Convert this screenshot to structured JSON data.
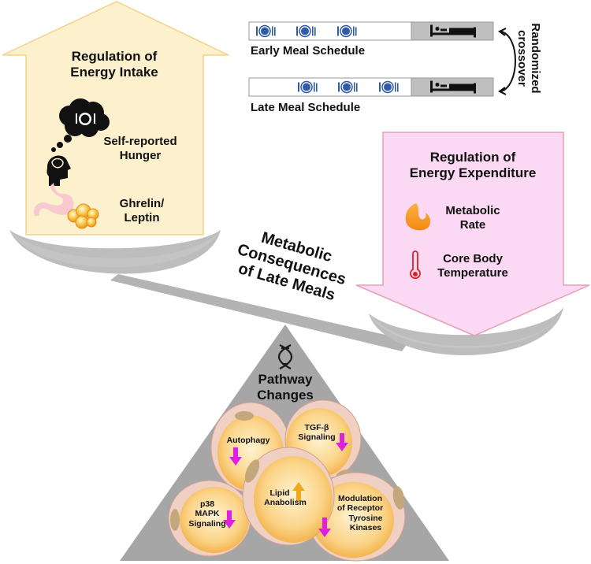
{
  "title": "Metabolic Consequences of Late Meals",
  "title_lines": [
    "Metabolic",
    "Consequences",
    "of Late Meals"
  ],
  "colors": {
    "intake_fill": "#fdf0cc",
    "intake_stroke": "#f2d38a",
    "expenditure_fill": "#fbd8f3",
    "expenditure_stroke": "#e79fb5",
    "scale_gray": "#bdbdbd",
    "fulcrum_gray": "#a6a6a6",
    "meal_icon_blue": "#2f5aa8",
    "sleep_block_gray": "#bfbfbf",
    "down_arrow_magenta": "#e020e0",
    "up_arrow_orange": "#f0a81c"
  },
  "study_design": {
    "schedules": [
      {
        "label": "Early Meal Schedule",
        "meal_icon": "plate-fork-knife-icon",
        "meal_count": 3,
        "sleep_icon": "bed-icon"
      },
      {
        "label": "Late Meal Schedule",
        "meal_icon": "plate-fork-knife-icon",
        "meal_count": 3,
        "sleep_icon": "bed-icon"
      }
    ],
    "crossover_lines": [
      "Randomized",
      "crossover"
    ],
    "crossover_icon": "double-headed-curved-arrow-icon"
  },
  "energy_intake": {
    "title_lines": [
      "Regulation of",
      "Energy Intake"
    ],
    "items": [
      {
        "icon": "thinking-head-plate-icon",
        "lines": [
          "Self-reported",
          "Hunger"
        ]
      },
      {
        "icon": "stomach-adipocytes-icon",
        "lines": [
          "Ghrelin/",
          "Leptin"
        ]
      }
    ]
  },
  "energy_expenditure": {
    "title_lines": [
      "Regulation of",
      "Energy Expenditure"
    ],
    "items": [
      {
        "icon": "flame-icon",
        "lines": [
          "Metabolic",
          "Rate"
        ]
      },
      {
        "icon": "thermometer-icon",
        "lines": [
          "Core Body",
          "Temperature"
        ]
      }
    ]
  },
  "pathways": {
    "icon": "dna-icon",
    "title_lines": [
      "Pathway",
      "Changes"
    ],
    "cells": [
      {
        "lines": [
          "Autophagy"
        ],
        "direction": "down"
      },
      {
        "lines": [
          "TGF-β",
          "Signaling"
        ],
        "direction": "down"
      },
      {
        "lines": [
          "Lipid",
          "Anabolism"
        ],
        "direction": "up"
      },
      {
        "lines": [
          "p38",
          "MAPK",
          "Signaling"
        ],
        "direction": "down"
      },
      {
        "lines": [
          "Modulation",
          "of Receptor",
          "Tyrosine",
          "Kinases"
        ],
        "direction": "down"
      }
    ]
  }
}
